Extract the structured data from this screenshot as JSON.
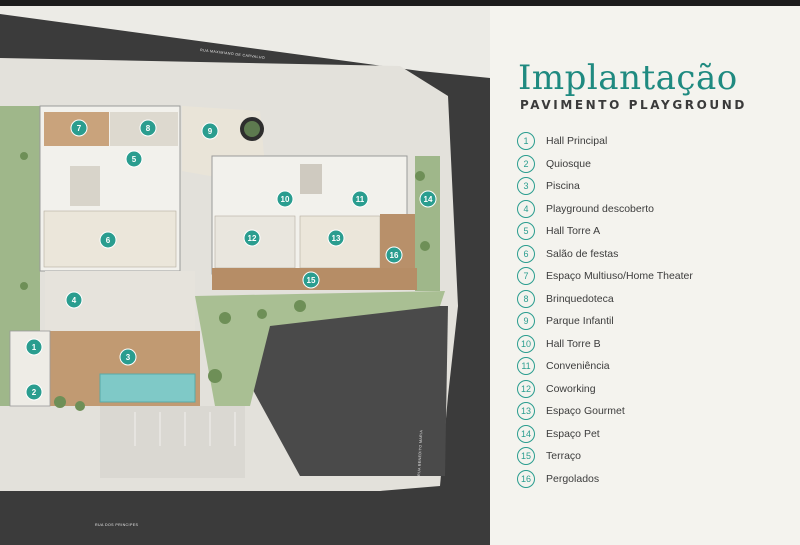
{
  "title": "Implantação",
  "subtitle": "PAVIMENTO PLAYGROUND",
  "colors": {
    "accent": "#2a9d8f",
    "road": "#3c3c3c",
    "background": "#f4f3ee",
    "lawn": "#9bb284",
    "deck": "#b8906a",
    "pool": "#7fc9c7"
  },
  "legend": [
    {
      "num": "1",
      "label": "Hall Principal"
    },
    {
      "num": "2",
      "label": "Quiosque"
    },
    {
      "num": "3",
      "label": "Piscina"
    },
    {
      "num": "4",
      "label": "Playground descoberto"
    },
    {
      "num": "5",
      "label": "Hall Torre A"
    },
    {
      "num": "6",
      "label": "Salão de festas"
    },
    {
      "num": "7",
      "label": "Espaço Multiuso/Home Theater"
    },
    {
      "num": "8",
      "label": "Brinquedoteca"
    },
    {
      "num": "9",
      "label": "Parque Infantil"
    },
    {
      "num": "10",
      "label": "Hall Torre B"
    },
    {
      "num": "11",
      "label": "Conveniência"
    },
    {
      "num": "12",
      "label": "Coworking"
    },
    {
      "num": "13",
      "label": "Espaço Gourmet"
    },
    {
      "num": "14",
      "label": "Espaço Pet"
    },
    {
      "num": "15",
      "label": "Terraço"
    },
    {
      "num": "16",
      "label": "Pergolados"
    }
  ],
  "pins": [
    "1",
    "2",
    "3",
    "4",
    "5",
    "6",
    "7",
    "8",
    "9",
    "10",
    "11",
    "12",
    "13",
    "14",
    "15",
    "16"
  ]
}
